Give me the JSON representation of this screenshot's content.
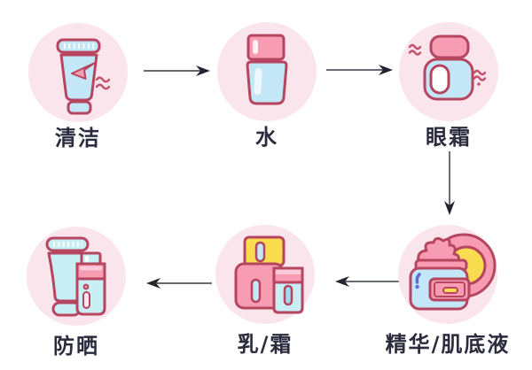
{
  "diagram": {
    "type": "flowchart",
    "subject": "skincare routine order"
  },
  "palette": {
    "circle_bg": "#FBE5EC",
    "outline": "#B64560",
    "pink": "#F79CB2",
    "light_pink": "#FBC9D8",
    "blue": "#C4E7F7",
    "cyan": "#C8EFF3",
    "yellow": "#F9DC4F",
    "label_text": "#2A2B3D",
    "arrow_line": "#53545E",
    "arrow_head": "#23242F",
    "squiggle": "#C4506A",
    "accent_blue": "#5A6FD4"
  },
  "flow": {
    "steps": [
      {
        "order": 1,
        "id": "cleanse",
        "label": "清洁",
        "icon": "cleanser-tube-icon",
        "row": "top"
      },
      {
        "order": 2,
        "id": "toner",
        "label": "水",
        "icon": "toner-bottle-icon",
        "row": "top"
      },
      {
        "order": 3,
        "id": "eye-cream",
        "label": "眼霜",
        "icon": "eye-cream-jar-icon",
        "row": "top"
      },
      {
        "order": 4,
        "id": "essence",
        "label": "精华/肌底液",
        "icon": "essence-jar-icon",
        "row": "bottom"
      },
      {
        "order": 5,
        "id": "lotion",
        "label": "乳/霜",
        "icon": "lotion-bottles-icon",
        "row": "bottom"
      },
      {
        "order": 6,
        "id": "sunscreen",
        "label": "防晒",
        "icon": "sunscreen-tube-icon",
        "row": "bottom"
      }
    ],
    "arrows": [
      {
        "from": "清洁",
        "to": "水",
        "direction": "right"
      },
      {
        "from": "水",
        "to": "眼霜",
        "direction": "right"
      },
      {
        "from": "眼霜",
        "to": "精华/肌底液",
        "direction": "down"
      },
      {
        "from": "精华/肌底液",
        "to": "乳/霜",
        "direction": "left"
      },
      {
        "from": "乳/霜",
        "to": "防晒",
        "direction": "left"
      }
    ]
  }
}
